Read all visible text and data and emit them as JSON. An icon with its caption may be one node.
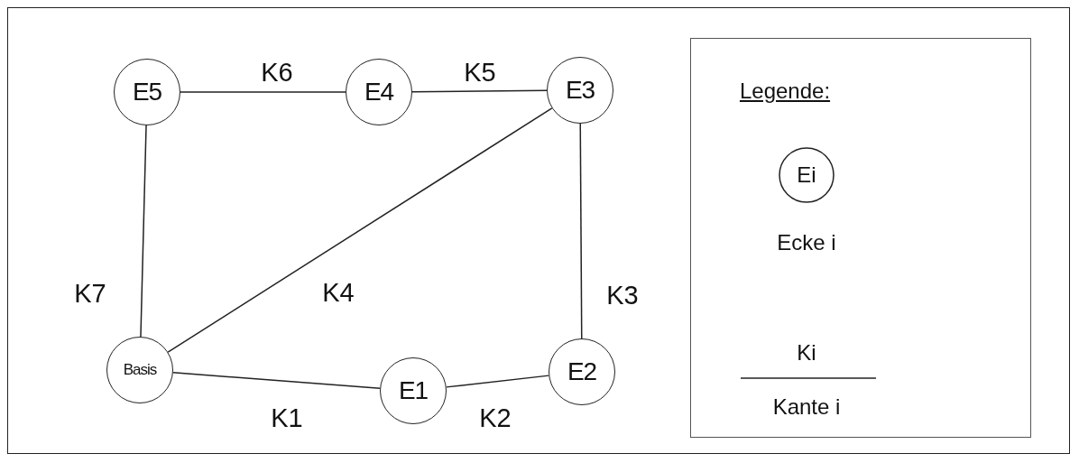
{
  "diagram": {
    "nodes": [
      {
        "text": [
          "E5"
        ]
      },
      {
        "text": [
          "E4"
        ]
      },
      {
        "text": [
          "E3"
        ]
      },
      {
        "text": [
          "Basis"
        ]
      },
      {
        "text": [
          "E1"
        ]
      },
      {
        "text": [
          "E2"
        ]
      }
    ],
    "edges": [
      {
        "from": 3,
        "to": 4,
        "arrow": "none",
        "label": "K1"
      },
      {
        "from": 4,
        "to": 5,
        "arrow": "none",
        "label": "K2"
      },
      {
        "from": 5,
        "to": 2,
        "arrow": "none",
        "label": "K3"
      },
      {
        "from": 3,
        "to": 2,
        "arrow": "none",
        "label": "K4"
      },
      {
        "from": 2,
        "to": 1,
        "arrow": "none",
        "label": "K5"
      },
      {
        "from": 1,
        "to": 0,
        "arrow": "none",
        "label": "K6"
      },
      {
        "from": 0,
        "to": 3,
        "arrow": "none",
        "label": "K7"
      }
    ],
    "labels": [
      "Legende:",
      "Ei",
      "Ki"
    ],
    "legend": [
      {
        "text": "Ecke i"
      },
      {
        "text": "Kante i"
      }
    ]
  }
}
